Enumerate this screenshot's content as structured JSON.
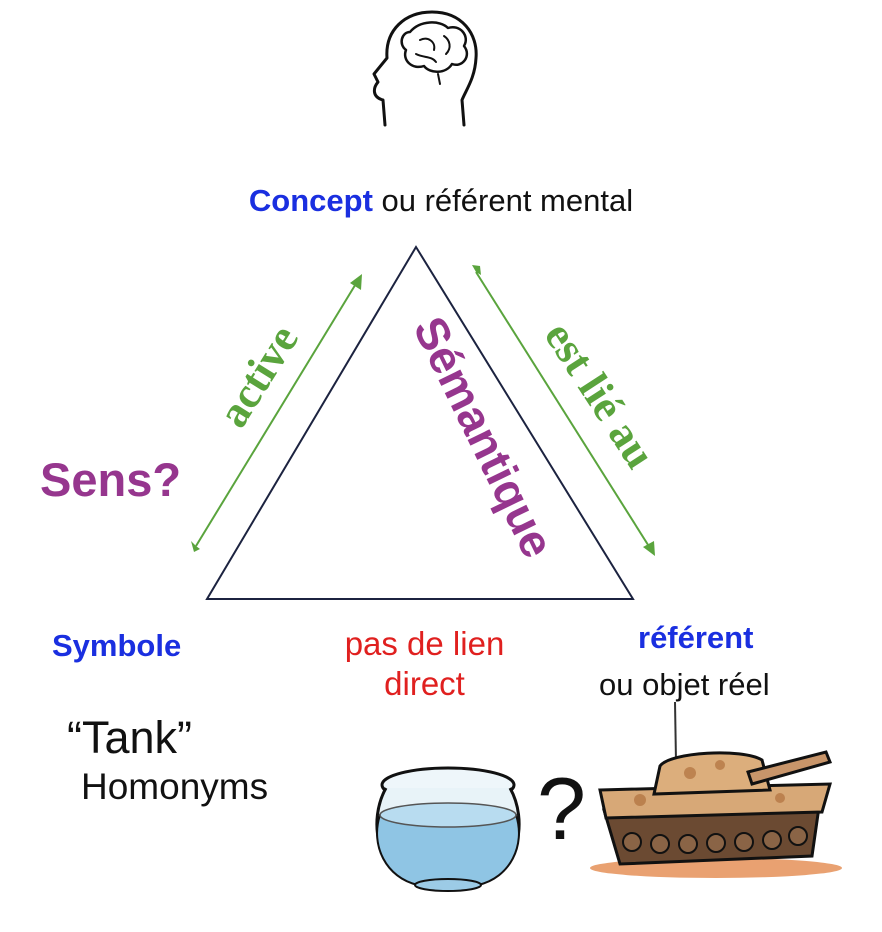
{
  "concept": {
    "bold": "Concept",
    "rest": " ou référent mental"
  },
  "sens": "Sens?",
  "edges": {
    "left": "active",
    "right": "est lié au",
    "inside": "Sémantique"
  },
  "symbole": "Symbole",
  "no_link": "pas de lien direct",
  "referent": {
    "title": "référent",
    "subtitle": "ou objet  réel"
  },
  "word": "“Tank”",
  "homonyms": "Homonyms",
  "question": "?",
  "icons": [
    "head-brain-icon",
    "fishbowl-icon",
    "tank-icon"
  ],
  "colors": {
    "blue": "#1a2fe0",
    "purple": "#96368e",
    "green": "#5aa43d",
    "red": "#e0201f",
    "line": "#1c2340"
  }
}
